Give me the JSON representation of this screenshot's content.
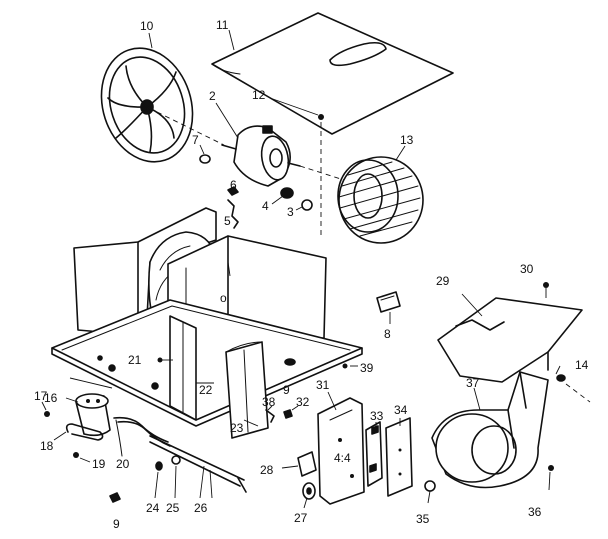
{
  "callouts": [
    {
      "id": "c10",
      "text": "10"
    },
    {
      "id": "c11",
      "text": "11"
    },
    {
      "id": "c2",
      "text": "2"
    },
    {
      "id": "c12",
      "text": "12"
    },
    {
      "id": "c13",
      "text": "13"
    },
    {
      "id": "c7",
      "text": "7"
    },
    {
      "id": "c6",
      "text": "6"
    },
    {
      "id": "c5",
      "text": "5"
    },
    {
      "id": "c4",
      "text": "4"
    },
    {
      "id": "c3",
      "text": "3"
    },
    {
      "id": "c29",
      "text": "29"
    },
    {
      "id": "c30",
      "text": "30"
    },
    {
      "id": "c8",
      "text": "8"
    },
    {
      "id": "c14",
      "text": "14"
    },
    {
      "id": "c21",
      "text": "21"
    },
    {
      "id": "c39",
      "text": "39"
    },
    {
      "id": "c22",
      "text": "22"
    },
    {
      "id": "c9a",
      "text": "9"
    },
    {
      "id": "c31",
      "text": "31"
    },
    {
      "id": "c37",
      "text": "37"
    },
    {
      "id": "c17",
      "text": "17"
    },
    {
      "id": "c16",
      "text": "16"
    },
    {
      "id": "c38",
      "text": "38"
    },
    {
      "id": "c32",
      "text": "32"
    },
    {
      "id": "c33",
      "text": "33"
    },
    {
      "id": "c34",
      "text": "34"
    },
    {
      "id": "c18",
      "text": "18"
    },
    {
      "id": "c23",
      "text": "23"
    },
    {
      "id": "c19",
      "text": "19"
    },
    {
      "id": "c20",
      "text": "20"
    },
    {
      "id": "c28",
      "text": "28"
    },
    {
      "id": "c24",
      "text": "24"
    },
    {
      "id": "c25",
      "text": "25"
    },
    {
      "id": "c26",
      "text": "26"
    },
    {
      "id": "c9b",
      "text": "9"
    },
    {
      "id": "c27",
      "text": "27"
    },
    {
      "id": "c35",
      "text": "35"
    },
    {
      "id": "c36",
      "text": "36"
    }
  ]
}
